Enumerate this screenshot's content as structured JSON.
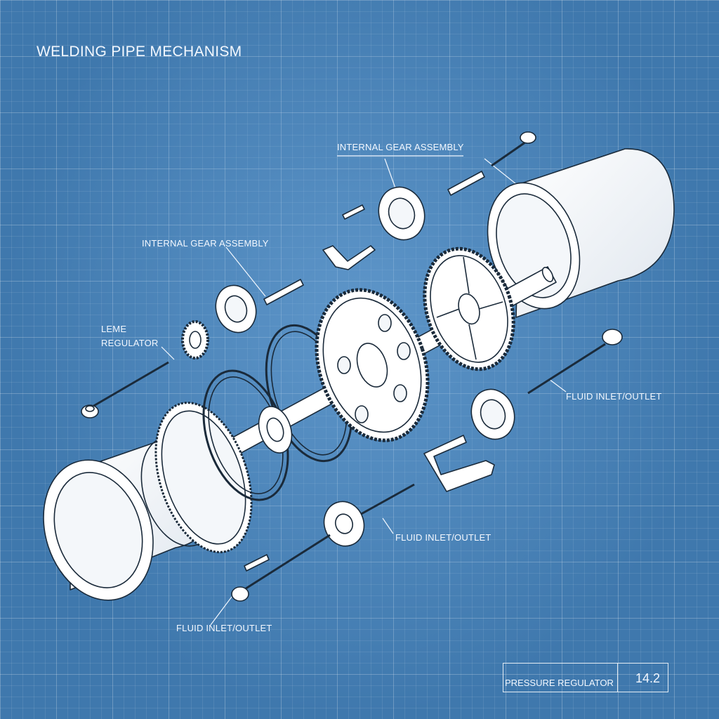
{
  "title": "WELDING PIPE MECHANISM",
  "labels": {
    "internal_gear_top": "INTERNAL GEAR ASSEMBLY",
    "internal_gear_mid": "INTERNAL GEAR ASSEMBLY",
    "leme_line1": "LEME",
    "leme_line2": "REGULATOR",
    "fluid_right": "FLUID INLET/OUTLET",
    "fluid_mid": "FLUID INLET/OUTLET",
    "fluid_bottom": "FLUID INLET/OUTLET"
  },
  "title_block": {
    "name": "PRESSURE REGULATOR",
    "number": "14.2"
  },
  "colors": {
    "background": "#3f78ad",
    "line": "#1a2a3a",
    "part_fill": "#ffffff",
    "text": "#f3f8ff"
  }
}
